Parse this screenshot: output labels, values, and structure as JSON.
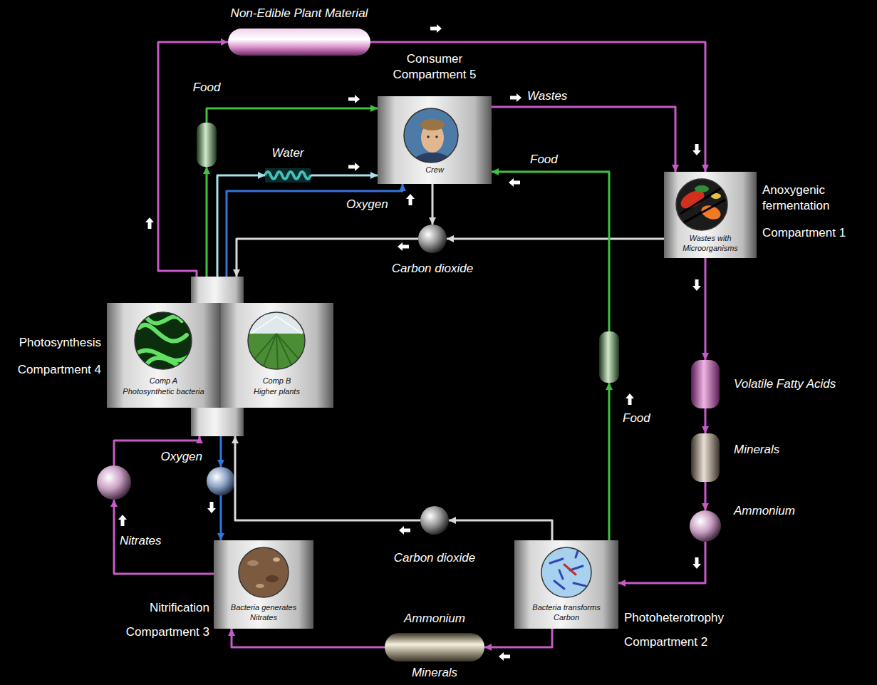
{
  "diagram": {
    "nodes": [
      {
        "text": [
          "Non-Edible Plant Material"
        ]
      },
      {
        "text": [
          "Consumer Compartment 5",
          "Crew"
        ]
      },
      {
        "text": [
          "Food"
        ]
      },
      {
        "text": [
          "Water"
        ]
      },
      {
        "text": [
          "Anoxygenic fermentation",
          "Compartment 1",
          "Wastes with Microorganisms"
        ]
      },
      {
        "text": [
          "Carbon dioxide"
        ]
      },
      {
        "text": [
          "Photosynthesis",
          "Compartment 4"
        ]
      },
      {
        "text": [
          "Comp A",
          "Photosynthetic bacteria"
        ],
        "in": 6
      },
      {
        "text": [
          "Comp B",
          "Higher plants"
        ],
        "in": 6
      },
      {
        "text": [
          "Food"
        ]
      },
      {
        "text": [
          "Volatile Fatty Acids"
        ]
      },
      {
        "text": [
          "Minerals"
        ]
      },
      {
        "text": [
          "Ammonium"
        ]
      },
      {
        "text": [
          "Nitrates"
        ]
      },
      {
        "text": [
          "Oxygen"
        ]
      },
      {
        "text": [
          "Carbon dioxide"
        ]
      },
      {
        "text": [
          "Nitrification",
          "Compartment 3",
          "Bacteria generates Nitrates"
        ]
      },
      {
        "text": [
          "Ammonium",
          "Minerals"
        ]
      },
      {
        "text": [
          "Photoheterotrophy",
          "Compartment 2",
          "Bacteria transforms Carbon"
        ]
      }
    ],
    "edges": [
      {
        "from": 6,
        "to": 0,
        "arrow": "to"
      },
      {
        "from": 0,
        "to": 4,
        "arrow": "to"
      },
      {
        "from": 1,
        "to": 4,
        "label": "Wastes",
        "arrow": "to"
      },
      {
        "from": 6,
        "to": 2,
        "arrow": "to"
      },
      {
        "from": 2,
        "to": 1,
        "arrow": "to"
      },
      {
        "from": 6,
        "to": 3,
        "arrow": "to"
      },
      {
        "from": 3,
        "to": 1,
        "arrow": "to"
      },
      {
        "from": 6,
        "to": 1,
        "label": "Oxygen",
        "arrow": "to"
      },
      {
        "from": 1,
        "to": 5,
        "arrow": "to"
      },
      {
        "from": 4,
        "to": 5,
        "arrow": "to"
      },
      {
        "from": 5,
        "to": 6,
        "arrow": "to"
      },
      {
        "from": 4,
        "to": 10,
        "arrow": "to"
      },
      {
        "from": 10,
        "to": 11,
        "arrow": "to"
      },
      {
        "from": 11,
        "to": 12,
        "arrow": "to"
      },
      {
        "from": 12,
        "to": 18,
        "arrow": "to"
      },
      {
        "from": 18,
        "to": 9,
        "arrow": "to"
      },
      {
        "from": 9,
        "to": 1,
        "label": "Food",
        "arrow": "to"
      },
      {
        "from": 18,
        "to": 15,
        "arrow": "to"
      },
      {
        "from": 15,
        "to": 6,
        "arrow": "to"
      },
      {
        "from": 18,
        "to": 17,
        "arrow": "to"
      },
      {
        "from": 17,
        "to": 16,
        "arrow": "to"
      },
      {
        "from": 16,
        "to": 13,
        "arrow": "to"
      },
      {
        "from": 13,
        "to": 6,
        "arrow": "to"
      },
      {
        "from": 6,
        "to": 14,
        "arrow": "to"
      },
      {
        "from": 14,
        "to": 16,
        "arrow": "to"
      }
    ]
  }
}
